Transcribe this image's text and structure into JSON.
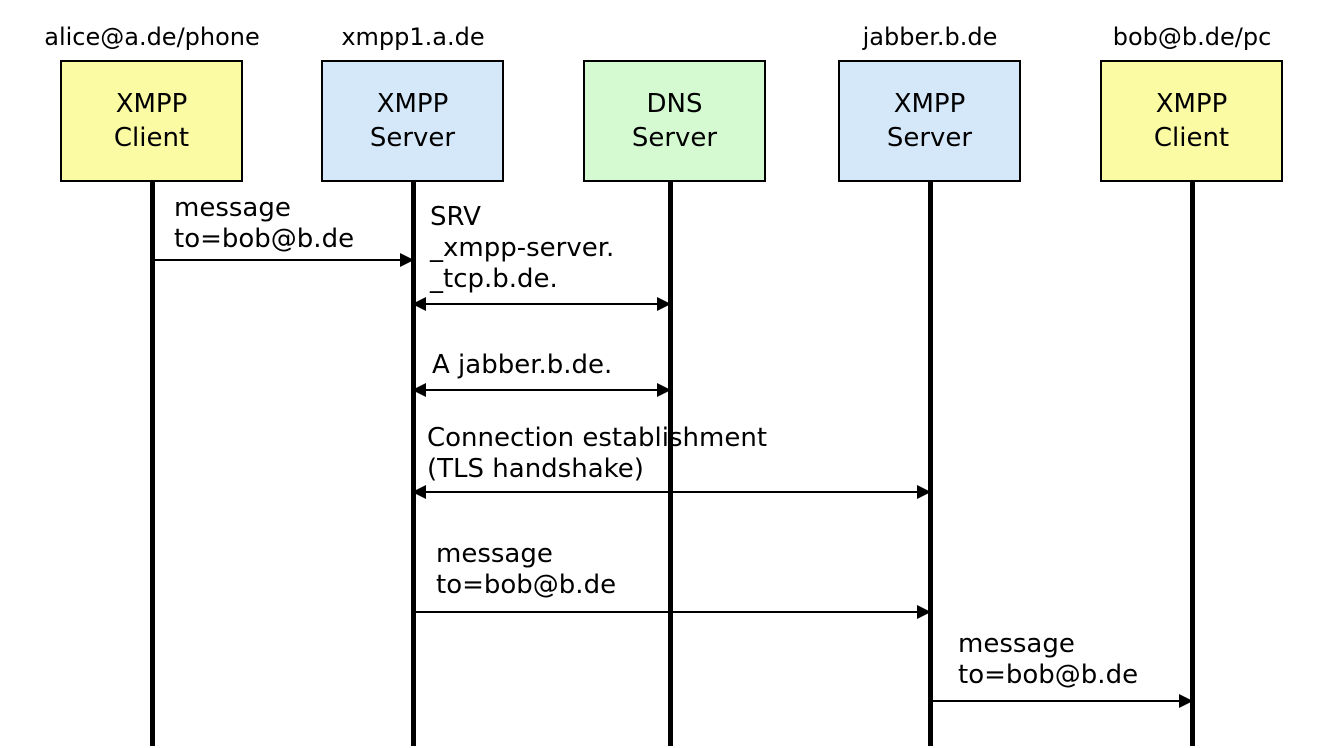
{
  "actors": [
    {
      "label": "alice@a.de/phone",
      "box": [
        "XMPP",
        "Client"
      ],
      "role": "client",
      "fill": "#FBFBA4"
    },
    {
      "label": "xmpp1.a.de",
      "box": [
        "XMPP",
        "Server"
      ],
      "role": "server",
      "fill": "#D5E8FA"
    },
    {
      "label": "",
      "box": [
        "DNS",
        "Server"
      ],
      "role": "dns",
      "fill": "#D5FAD2"
    },
    {
      "label": "jabber.b.de",
      "box": [
        "XMPP",
        "Server"
      ],
      "role": "server",
      "fill": "#D5E8FA"
    },
    {
      "label": "bob@b.de/pc",
      "box": [
        "XMPP",
        "Client"
      ],
      "role": "client",
      "fill": "#FBFBA4"
    }
  ],
  "messages": [
    {
      "lines": [
        "message",
        "to=bob@b.de"
      ],
      "from": "alice@a.de/phone",
      "to": "xmpp1.a.de",
      "direction": "right"
    },
    {
      "lines": [
        "SRV",
        "_xmpp-server.",
        "_tcp.b.de."
      ],
      "from": "xmpp1.a.de",
      "to": "DNS Server",
      "direction": "both"
    },
    {
      "lines": [
        "A jabber.b.de."
      ],
      "from": "xmpp1.a.de",
      "to": "DNS Server",
      "direction": "both"
    },
    {
      "lines": [
        "Connection establishment",
        "(TLS handshake)"
      ],
      "from": "xmpp1.a.de",
      "to": "jabber.b.de",
      "direction": "both"
    },
    {
      "lines": [
        "message",
        "to=bob@b.de"
      ],
      "from": "xmpp1.a.de",
      "to": "jabber.b.de",
      "direction": "right"
    },
    {
      "lines": [
        "message",
        "to=bob@b.de"
      ],
      "from": "jabber.b.de",
      "to": "bob@b.de/pc",
      "direction": "right"
    }
  ],
  "colors": {
    "client_fill": "#FBFBA4",
    "server_fill": "#D5E8FA",
    "dns_fill": "#D5FAD2",
    "line": "#000000",
    "background": "#FFFFFF"
  }
}
